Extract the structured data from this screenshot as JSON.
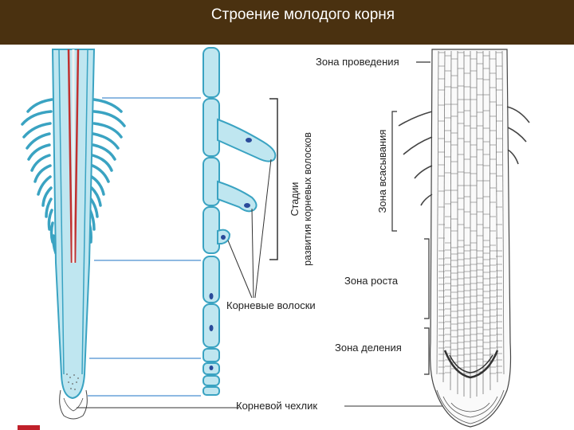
{
  "title": "Строение молодого корня",
  "labels": {
    "conduction_zone": "Зона проведения",
    "absorption_zone": "Зона всасывания",
    "growth_zone": "Зона роста",
    "division_zone": "Зона деления",
    "root_hairs": "Корневые волоски",
    "root_cap": "Корневой чехлик",
    "hair_stages_line1": "Стадии",
    "hair_stages_line2": "развития корневых волосков"
  },
  "colors": {
    "title_bar": "#4a3110",
    "root_fill": "#bfe6f0",
    "root_outline": "#3aa3c2",
    "vessel_red": "#c0302f",
    "pointer_line": "#4a8fd0",
    "ink": "#333333"
  }
}
